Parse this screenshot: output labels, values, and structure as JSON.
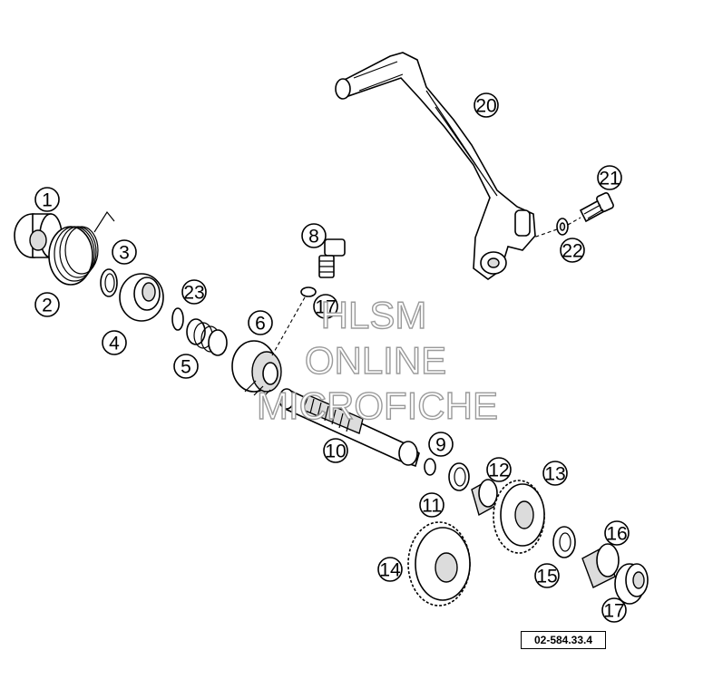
{
  "diagram": {
    "callouts": [
      "1",
      "2",
      "3",
      "4",
      "5",
      "6",
      "8",
      "9",
      "10",
      "11",
      "12",
      "13",
      "14",
      "15",
      "16",
      "17",
      "17",
      "20",
      "21",
      "22",
      "23"
    ],
    "figure_code": "02-584.33.4"
  },
  "watermark": {
    "lines": [
      "HLSM",
      "ONLINE",
      "MICROFICHE"
    ]
  }
}
